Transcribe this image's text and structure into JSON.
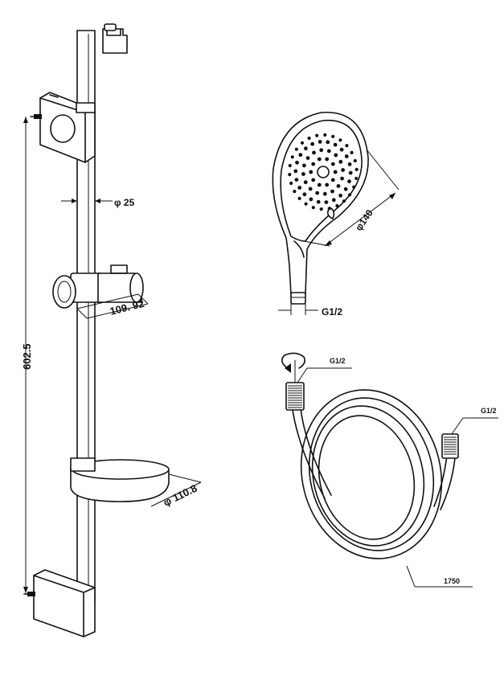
{
  "labels": {
    "rail_diameter": "φ 25",
    "holder_width": "109. 92",
    "overall_height": "602.5",
    "soap_dish_diameter": "φ 110.8",
    "head_diameter": "φ140",
    "head_thread": "G1/2",
    "hose_thread_left": "G1/2",
    "hose_thread_right": "G1/2",
    "hose_length": "1750"
  },
  "colors": {
    "stroke": "#111111",
    "background": "#ffffff"
  }
}
